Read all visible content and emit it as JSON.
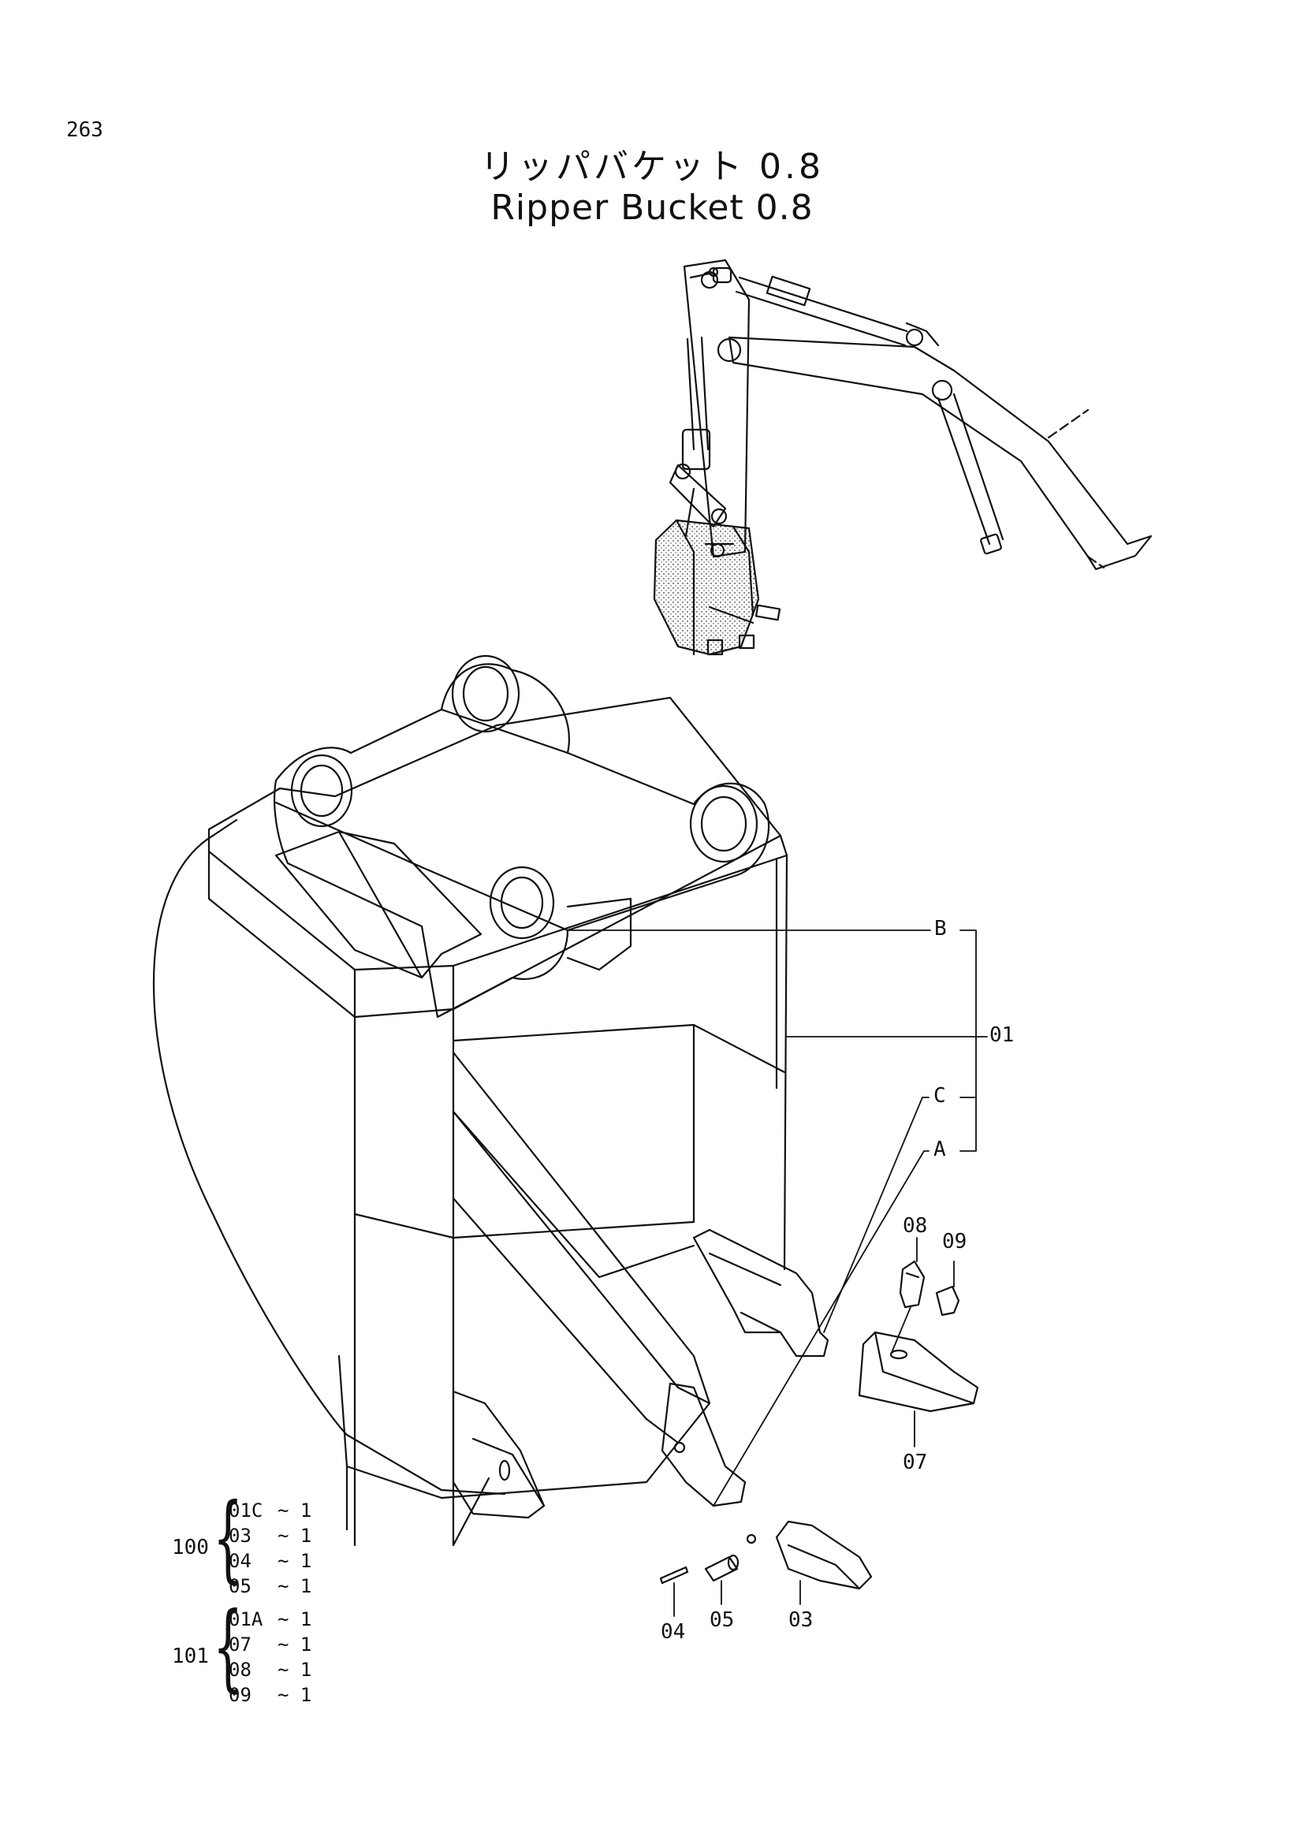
{
  "page_number": "263",
  "title_jp": "リッパバケット 0.8",
  "title_en": "Ripper Bucket 0.8",
  "callouts": {
    "b": "B",
    "c": "C",
    "a": "A",
    "p01": "01",
    "p03": "03",
    "p04": "04",
    "p05": "05",
    "p07": "07",
    "p08": "08",
    "p09": "09"
  },
  "kits": [
    {
      "number": "100",
      "items": [
        {
          "part": "01C",
          "qty": "~ 1"
        },
        {
          "part": "03",
          "qty": "~ 1"
        },
        {
          "part": "04",
          "qty": "~ 1"
        },
        {
          "part": "05",
          "qty": "~ 1"
        }
      ]
    },
    {
      "number": "101",
      "items": [
        {
          "part": "01A",
          "qty": "~ 1"
        },
        {
          "part": "07",
          "qty": "~ 1"
        },
        {
          "part": "08",
          "qty": "~ 1"
        },
        {
          "part": "09",
          "qty": "~ 1"
        }
      ]
    }
  ]
}
